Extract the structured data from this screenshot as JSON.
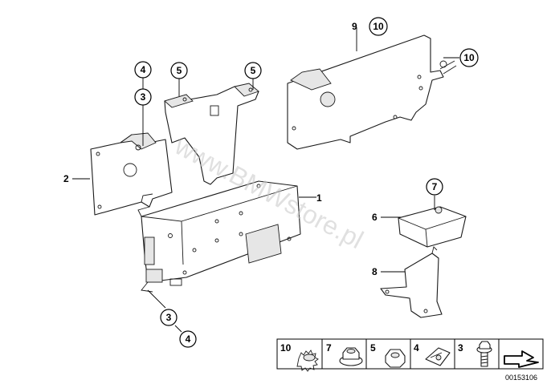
{
  "watermark": "www.BMWstore.pl",
  "callouts": {
    "c1": "1",
    "c2": "2",
    "c3_top": "3",
    "c4_top": "4",
    "c5_left": "5",
    "c5_right": "5",
    "c6": "6",
    "c7": "7",
    "c8": "8",
    "c9": "9",
    "c10_top": "10",
    "c10_right": "10",
    "c3_bottom": "3",
    "c4_bottom": "4"
  },
  "legend": {
    "cells": [
      {
        "number": "10",
        "icon": "gear-nut-icon"
      },
      {
        "number": "7",
        "icon": "flange-nut-icon"
      },
      {
        "number": "5",
        "icon": "hex-nut-icon"
      },
      {
        "number": "4",
        "icon": "clip-nut-icon"
      },
      {
        "number": "3",
        "icon": "flange-bolt-icon"
      },
      {
        "number": "",
        "icon": "arrow-icon"
      }
    ]
  },
  "reference_number": "00153106"
}
